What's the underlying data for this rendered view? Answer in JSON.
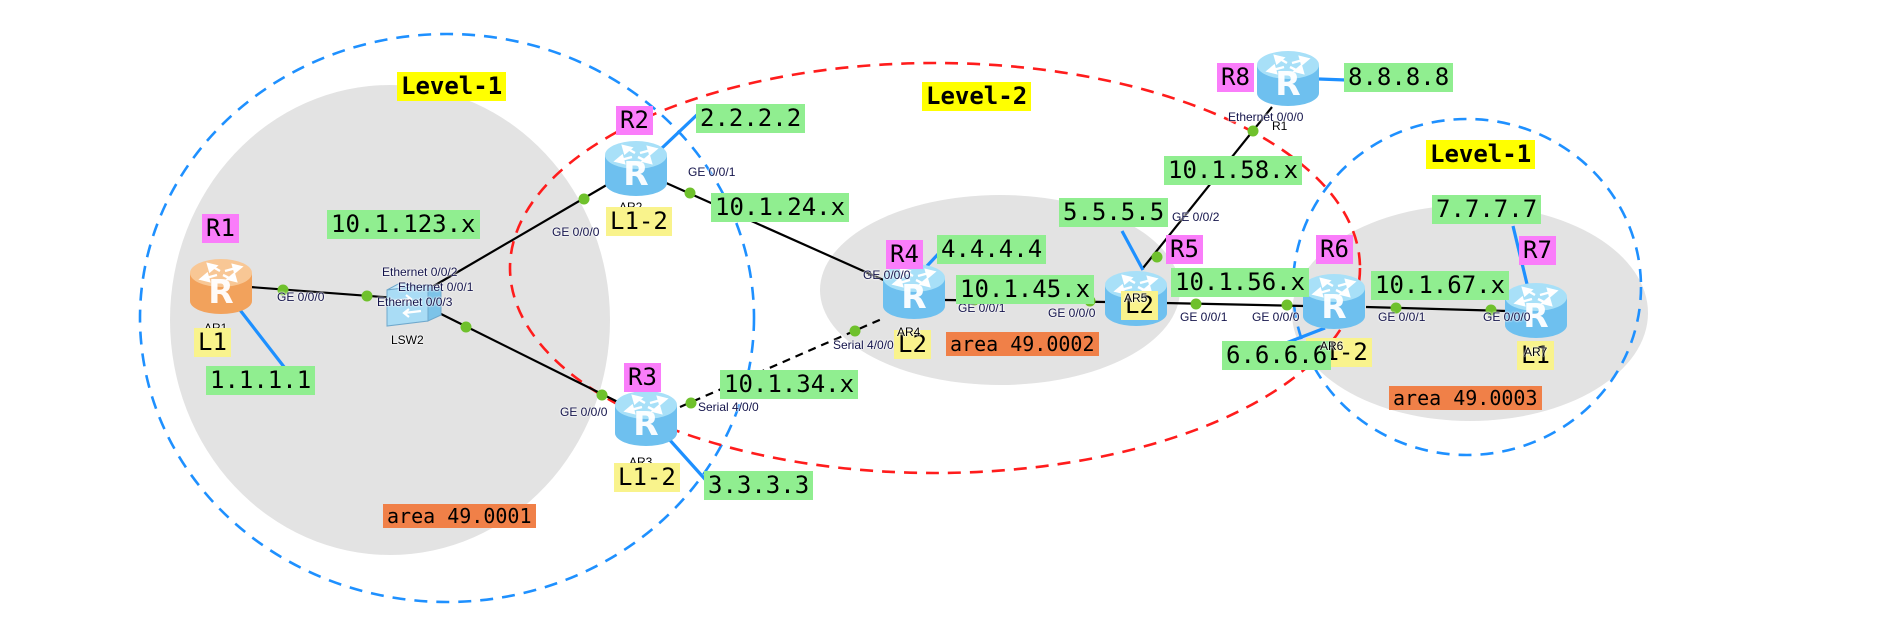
{
  "regions": {
    "left": {
      "level_label": "Level-1",
      "area_label": "area 49.0001"
    },
    "middle": {
      "level_label": "Level-2",
      "area_label": "area 49.0002"
    },
    "right": {
      "level_label": "Level-1",
      "area_label": "area 49.0003"
    }
  },
  "networks": {
    "net123": "10.1.123.x",
    "net24": "10.1.24.x",
    "net34": "10.1.34.x",
    "net45": "10.1.45.x",
    "net56": "10.1.56.x",
    "net58": "10.1.58.x",
    "net67": "10.1.67.x"
  },
  "devices": {
    "r1": {
      "tag": "R1",
      "name": "AR1",
      "level": "L1",
      "loopback": "1.1.1.1",
      "if_ge00": "GE 0/0/0"
    },
    "lsw2": {
      "name": "LSW2",
      "if_e2": "Ethernet 0/0/2",
      "if_e1": "Ethernet 0/0/1",
      "if_e3": "Ethernet 0/0/3"
    },
    "r2": {
      "tag": "R2",
      "name": "AR2",
      "level": "L1-2",
      "loopback": "2.2.2.2",
      "if_ge00": "GE 0/0/0",
      "if_ge01": "GE 0/0/1"
    },
    "r3": {
      "tag": "R3",
      "name": "AR3",
      "level": "L1-2",
      "loopback": "3.3.3.3",
      "if_ge00": "GE 0/0/0",
      "if_s400": "Serial 4/0/0"
    },
    "r4": {
      "tag": "R4",
      "name": "AR4",
      "level": "L2",
      "loopback": "4.4.4.4",
      "if_ge00": "GE 0/0/0",
      "if_ge01": "GE 0/0/1",
      "if_s400": "Serial 4/0/0"
    },
    "r5": {
      "tag": "R5",
      "name": "AR5",
      "level": "L2",
      "loopback": "5.5.5.5",
      "if_ge00": "GE 0/0/0",
      "if_ge01": "GE 0/0/1",
      "if_ge02": "GE 0/0/2"
    },
    "r6": {
      "tag": "R6",
      "name": "AR6",
      "level": "L1-2",
      "loopback": "6.6.6.6",
      "if_ge00": "GE 0/0/0",
      "if_ge01": "GE 0/0/1"
    },
    "r7": {
      "tag": "R7",
      "name": "AR7",
      "level": "L1",
      "loopback": "7.7.7.7",
      "if_ge00": "GE 0/0/0"
    },
    "r8": {
      "tag": "R8",
      "name": "R1",
      "loopback": "8.8.8.8",
      "if_eth00": "Ethernet 0/0/0"
    }
  },
  "icon": {
    "router_letter": "R"
  },
  "colors": {
    "green_label": "#90EE90",
    "magenta_label": "#FA7DFA",
    "yellow_label": "#FFFF00",
    "pale_yellow_label": "#F9F38C",
    "orange_label": "#F08048",
    "router_blue": "#6EC0EF",
    "router_orange": "#F2A25C",
    "link": "#000000",
    "loopback_link": "#1E90FF",
    "port_dot": "#6FC12C",
    "level1_boundary": "#1E90FF",
    "level2_boundary": "#FF1C1C",
    "area_fill": "#E3E3E3"
  }
}
